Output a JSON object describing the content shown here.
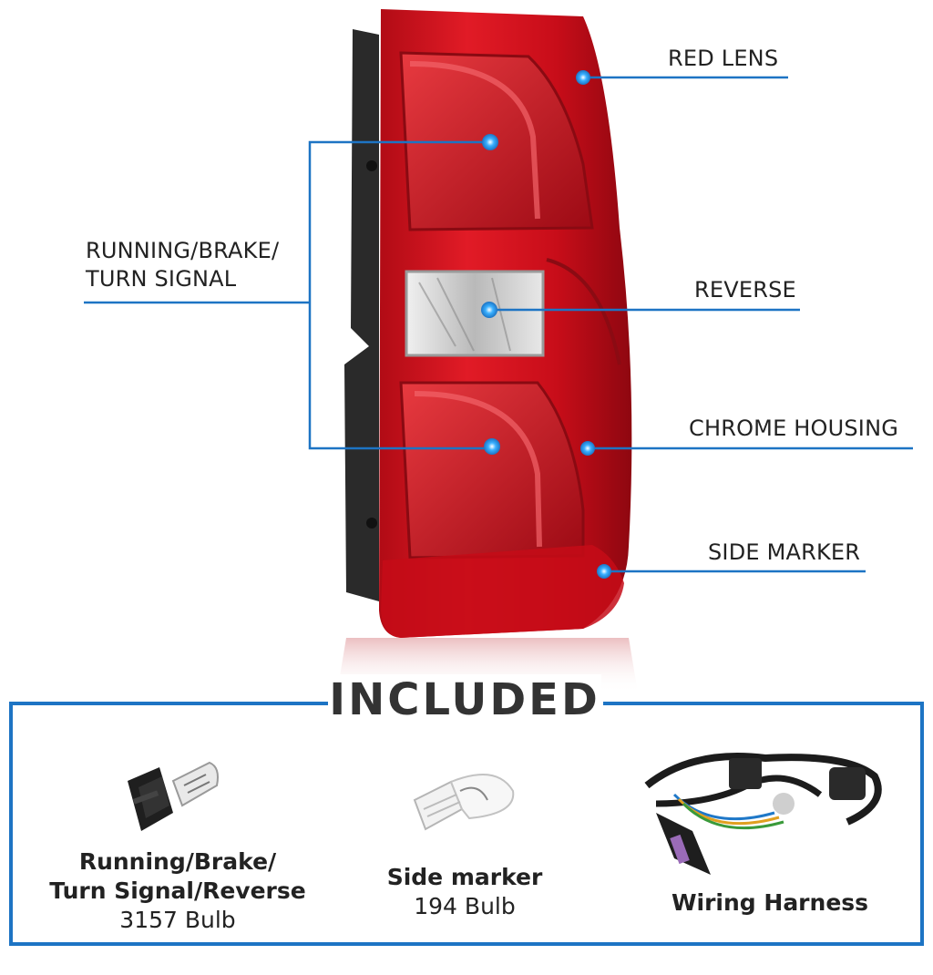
{
  "callouts": {
    "red_lens": "RED LENS",
    "running_brake_turn": "RUNNING/BRAKE/\nTURN SIGNAL",
    "reverse": "REVERSE",
    "chrome_housing": "CHROME HOUSING",
    "side_marker": "SIDE MARKER"
  },
  "included": {
    "title": "INCLUDED",
    "items": [
      {
        "name_line1": "Running/Brake/",
        "name_line2": "Turn Signal/Reverse",
        "spec": "3157 Bulb"
      },
      {
        "name_line1": "Side marker",
        "spec": "194 Bulb"
      },
      {
        "name_line1": "Wiring Harness"
      }
    ]
  },
  "colors": {
    "accent_blue": "#1d74c4",
    "lens_red": "#d4111e",
    "housing_dark": "#2a2a2a"
  }
}
